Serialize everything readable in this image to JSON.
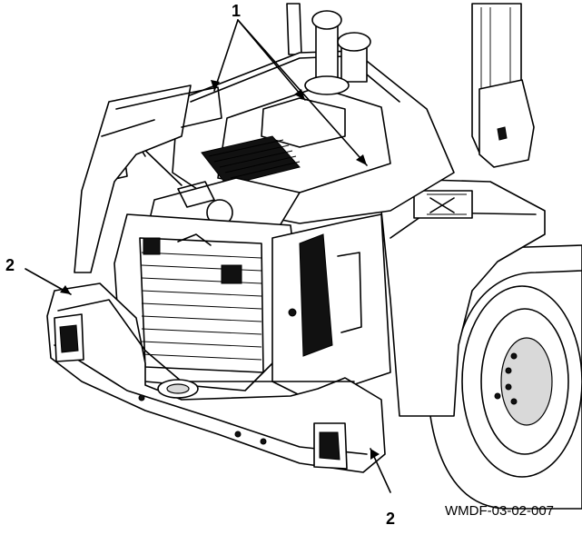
{
  "figure": {
    "callouts": [
      {
        "id": "callout-1",
        "label": "1"
      },
      {
        "id": "callout-2-left",
        "label": "2"
      },
      {
        "id": "callout-2-bottom",
        "label": "2"
      }
    ],
    "figure_id": "WMDF-03-02-007"
  }
}
